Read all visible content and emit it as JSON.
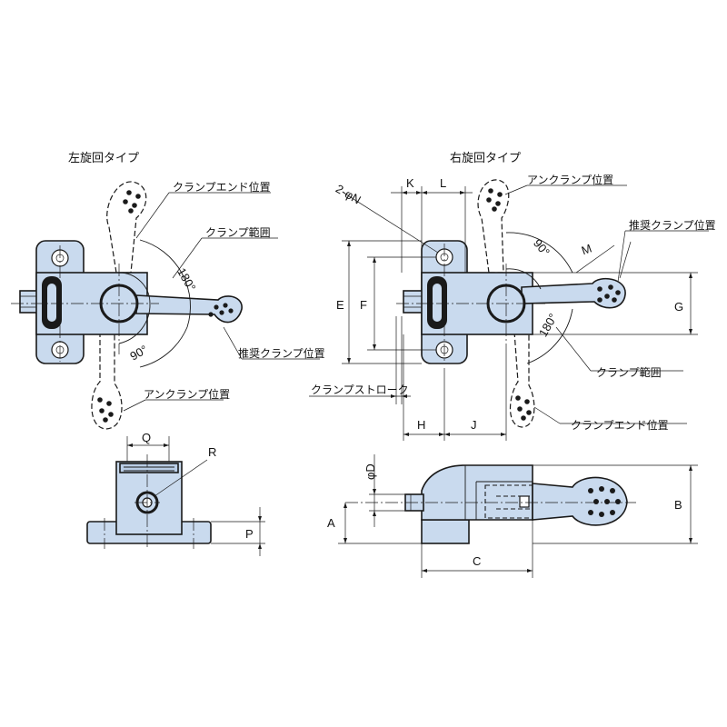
{
  "titles": {
    "left": "左旋回タイプ",
    "right": "右旋回タイプ"
  },
  "labels": {
    "clamp_end": "クランプエンド位置",
    "clamp_range": "クランプ範囲",
    "recommended": "推奨クランプ位置",
    "unclamp": "アンクランプ位置",
    "stroke": "クランプストローク"
  },
  "angles": {
    "a180": "180°",
    "a90": "90°"
  },
  "dims": {
    "K": "K",
    "L": "L",
    "N": "2-φN",
    "E": "E",
    "F": "F",
    "G": "G",
    "M": "M",
    "H": "H",
    "J": "J",
    "Q": "Q",
    "R": "R",
    "P": "P",
    "A": "A",
    "B": "B",
    "C": "C",
    "D": "φD"
  }
}
